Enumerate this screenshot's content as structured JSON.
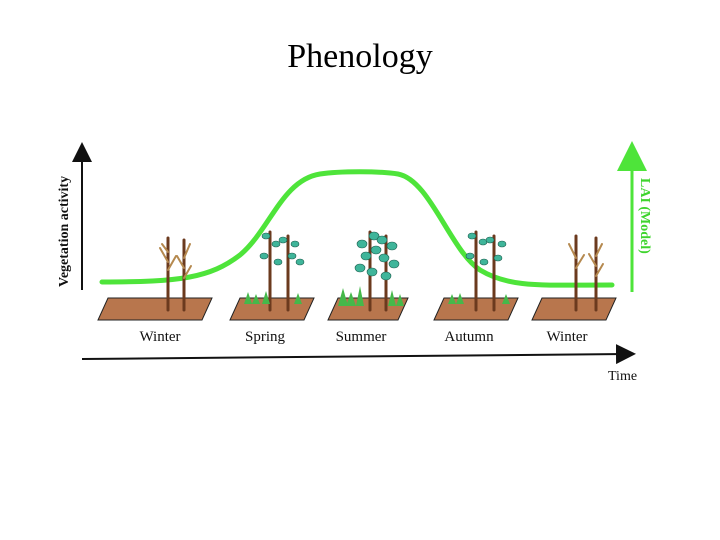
{
  "title": "Phenology",
  "axes": {
    "y_label": "Vegetation activity",
    "x_label": "Time",
    "right_label": "LAI (Model)"
  },
  "seasons": [
    "Winter",
    "Spring",
    "Summer",
    "Autumn",
    "Winter"
  ],
  "colors": {
    "curve": "#4ee43a",
    "soil": "#b8764d",
    "soil_edge": "#222222",
    "trunk": "#6b3a1e",
    "bare_branch": "#b5894f",
    "leaf": "#3fb59a",
    "grass": "#45b84a"
  }
}
